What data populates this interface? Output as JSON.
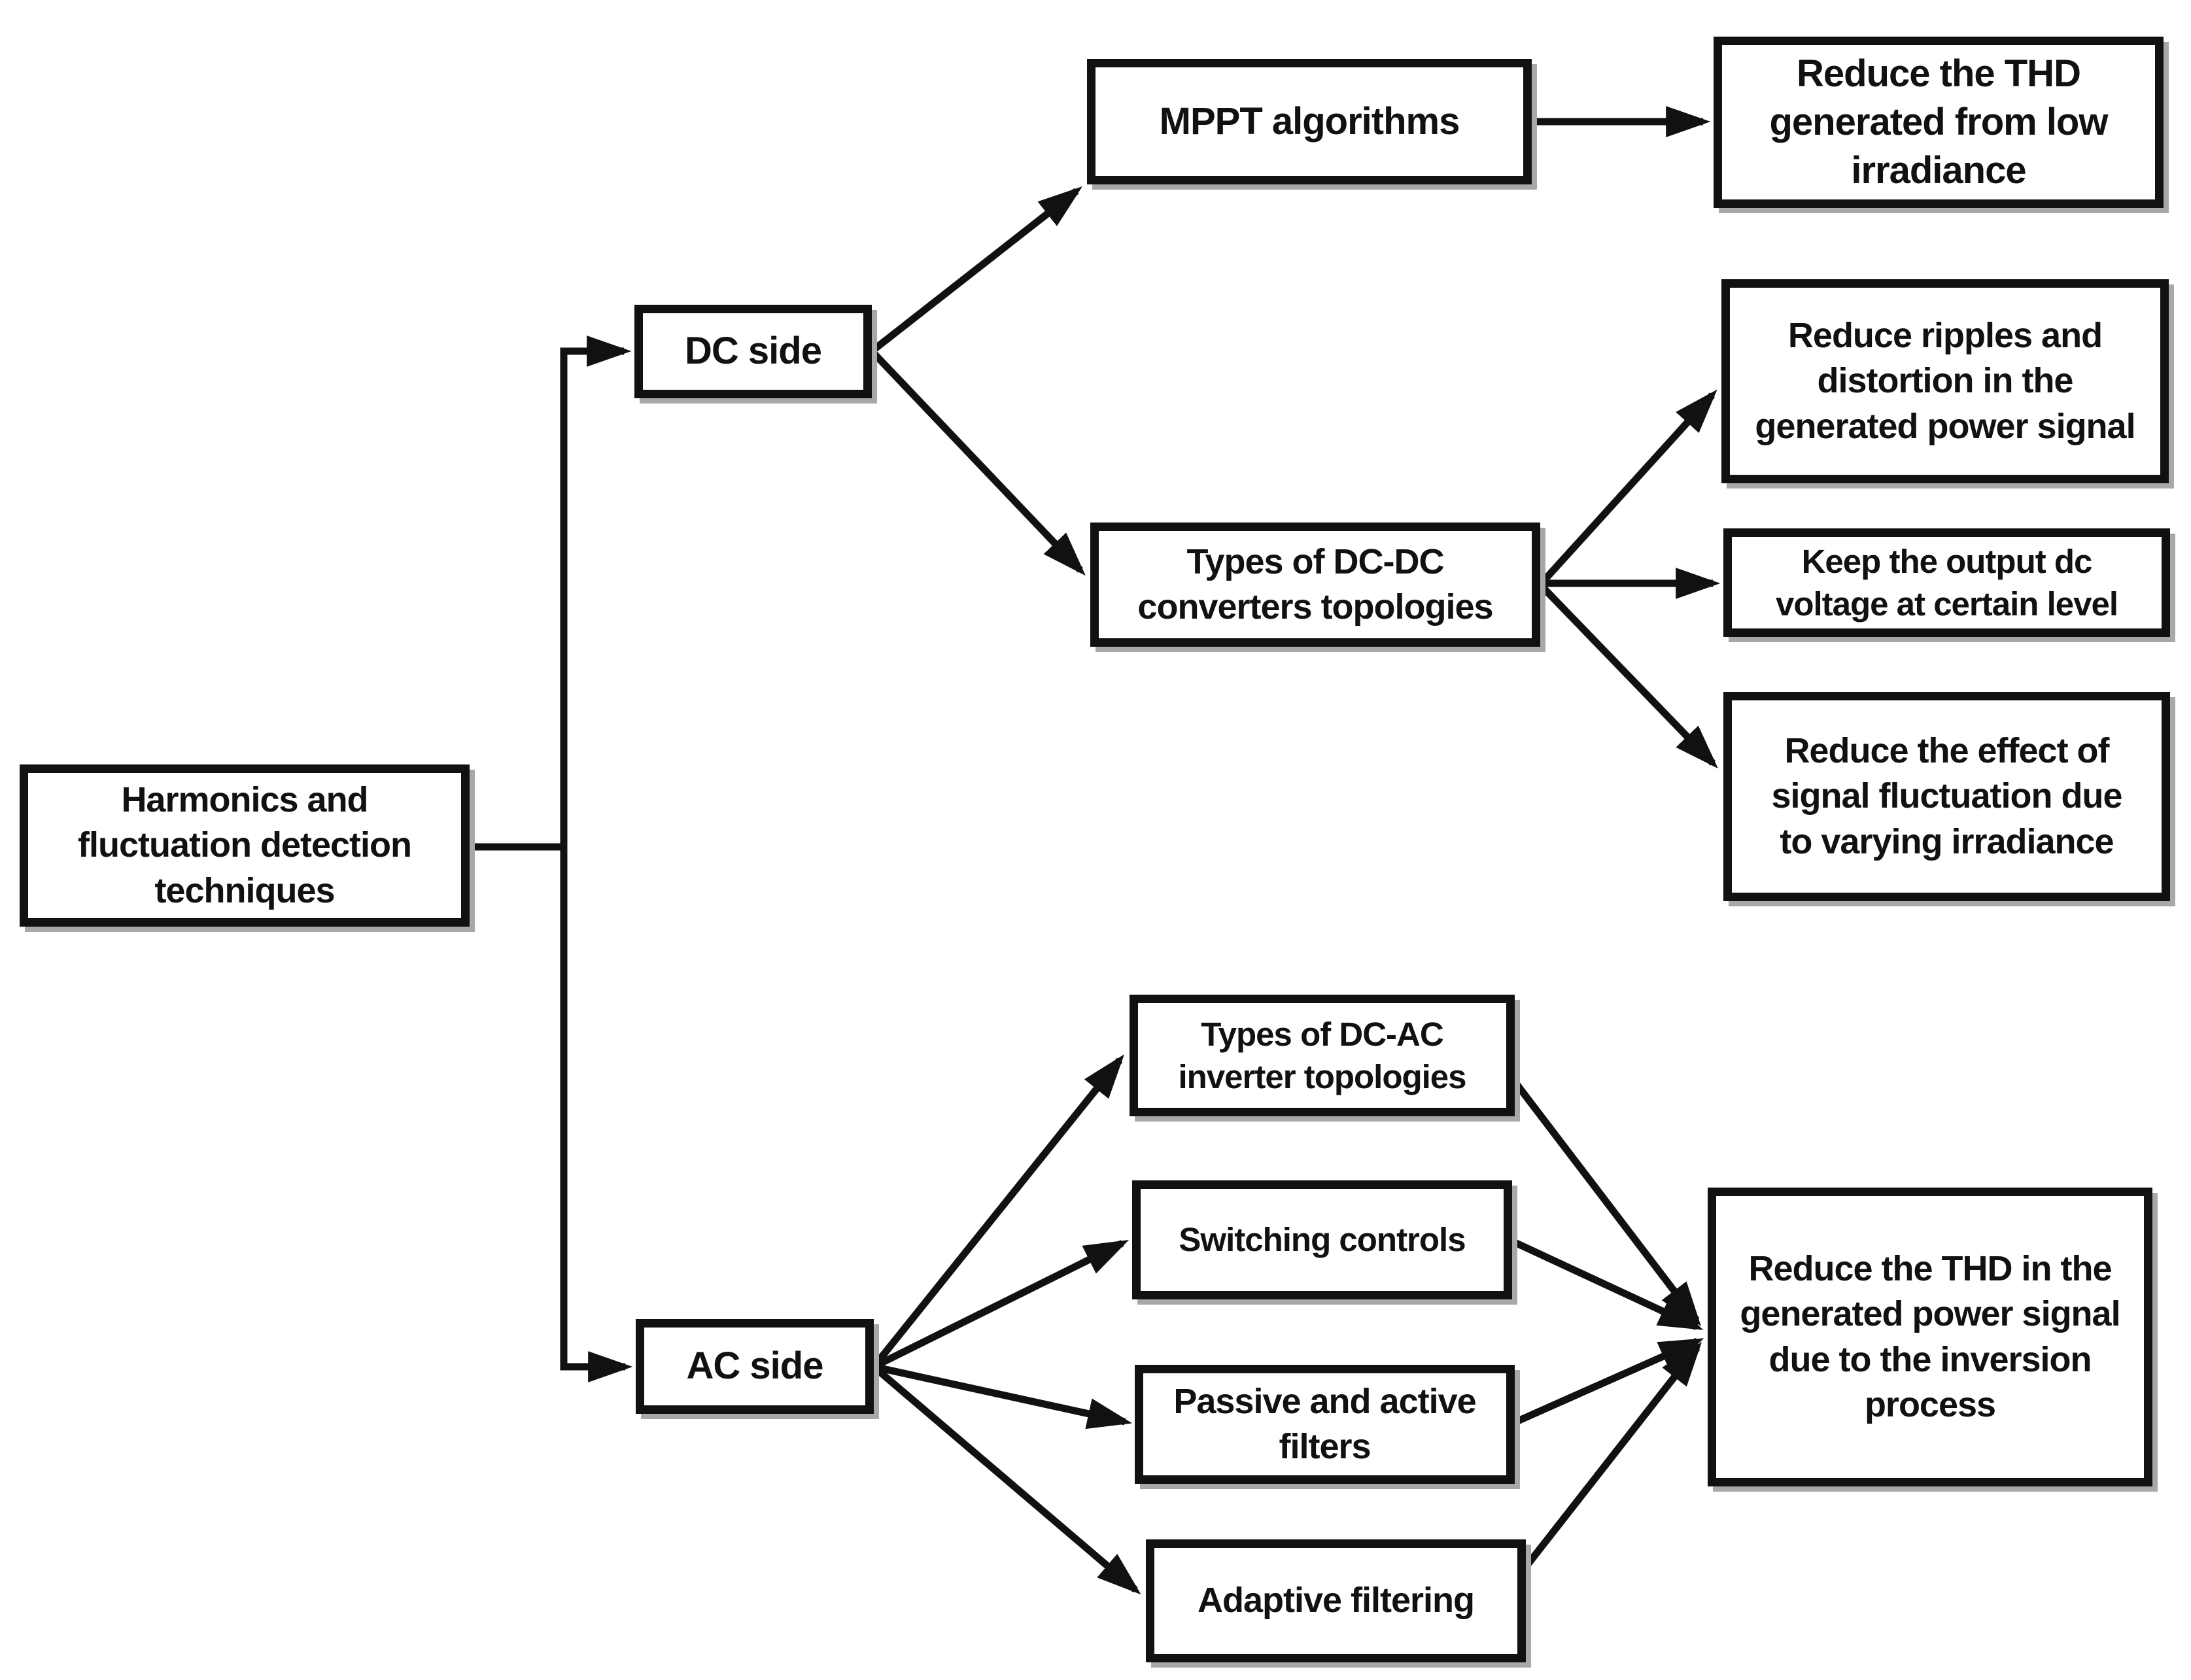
{
  "figure": {
    "type": "flowchart",
    "background_color": "#ffffff",
    "ink_color": "#111111",
    "shadow_color": "#a8a8a8"
  },
  "nodes": {
    "root": {
      "label": "Harmonics and\nfluctuation detection\ntechniques"
    },
    "dc_side": {
      "label": "DC side"
    },
    "mppt": {
      "label": "MPPT algorithms"
    },
    "thd_low": {
      "label": "Reduce the THD\ngenerated from low\nirradiance"
    },
    "dcdc": {
      "label": "Types of DC-DC\nconverters topologies"
    },
    "ripples": {
      "label": "Reduce ripples and\ndistortion in the\ngenerated power signal"
    },
    "keep_dc": {
      "label": "Keep the output dc\nvoltage at certain level"
    },
    "fluct": {
      "label": "Reduce the effect of\nsignal fluctuation due\nto varying irradiance"
    },
    "dcac": {
      "label": "Types of DC-AC\ninverter topologies"
    },
    "switching": {
      "label": "Switching controls"
    },
    "ac_side": {
      "label": "AC side"
    },
    "passive": {
      "label": "Passive and active\nfilters"
    },
    "adaptive": {
      "label": "Adaptive filtering"
    },
    "thd_inv": {
      "label": "Reduce the THD in the\ngenerated power signal\ndue to the inversion\nprocess"
    }
  },
  "edges": [
    {
      "from": "root",
      "to": "dc_side"
    },
    {
      "from": "root",
      "to": "ac_side"
    },
    {
      "from": "dc_side",
      "to": "mppt"
    },
    {
      "from": "dc_side",
      "to": "dcdc"
    },
    {
      "from": "mppt",
      "to": "thd_low"
    },
    {
      "from": "dcdc",
      "to": "ripples"
    },
    {
      "from": "dcdc",
      "to": "keep_dc"
    },
    {
      "from": "dcdc",
      "to": "fluct"
    },
    {
      "from": "ac_side",
      "to": "dcac"
    },
    {
      "from": "ac_side",
      "to": "switching"
    },
    {
      "from": "ac_side",
      "to": "passive"
    },
    {
      "from": "ac_side",
      "to": "adaptive"
    },
    {
      "from": "dcac",
      "to": "thd_inv"
    },
    {
      "from": "switching",
      "to": "thd_inv"
    },
    {
      "from": "passive",
      "to": "thd_inv"
    },
    {
      "from": "adaptive",
      "to": "thd_inv"
    }
  ]
}
